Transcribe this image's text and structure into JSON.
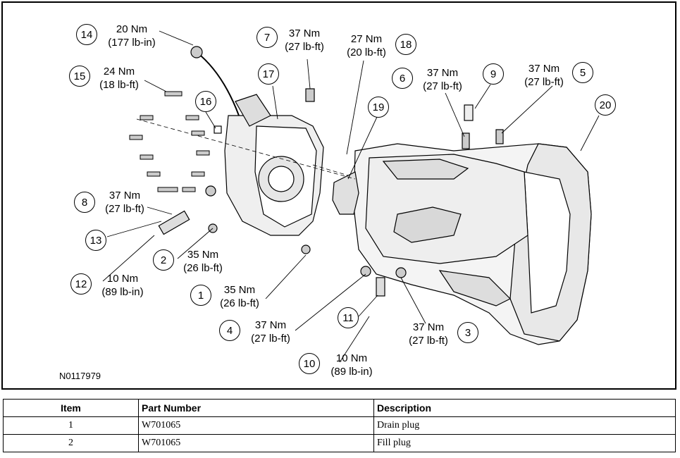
{
  "figure": {
    "id": "N0117979",
    "callouts": [
      {
        "num": "1",
        "torque_nm": "35 Nm",
        "torque_imperial": "(26 lb-ft)"
      },
      {
        "num": "2",
        "torque_nm": "35 Nm",
        "torque_imperial": "(26 lb-ft)"
      },
      {
        "num": "3",
        "torque_nm": "37 Nm",
        "torque_imperial": "(27 lb-ft)"
      },
      {
        "num": "4",
        "torque_nm": "37 Nm",
        "torque_imperial": "(27 lb-ft)"
      },
      {
        "num": "5",
        "torque_nm": "37 Nm",
        "torque_imperial": "(27 lb-ft)"
      },
      {
        "num": "6",
        "torque_nm": "37 Nm",
        "torque_imperial": "(27 lb-ft)"
      },
      {
        "num": "7",
        "torque_nm": "37 Nm",
        "torque_imperial": "(27 lb-ft)"
      },
      {
        "num": "8",
        "torque_nm": "37 Nm",
        "torque_imperial": "(27 lb-ft)"
      },
      {
        "num": "9"
      },
      {
        "num": "10",
        "torque_nm": "10 Nm",
        "torque_imperial": "(89 lb-in)"
      },
      {
        "num": "11"
      },
      {
        "num": "12",
        "torque_nm": "10 Nm",
        "torque_imperial": "(89 lb-in)"
      },
      {
        "num": "13"
      },
      {
        "num": "14",
        "torque_nm": "20 Nm",
        "torque_imperial": "(177 lb-in)"
      },
      {
        "num": "15",
        "torque_nm": "24 Nm",
        "torque_imperial": "(18 lb-ft)"
      },
      {
        "num": "16"
      },
      {
        "num": "17"
      },
      {
        "num": "18",
        "torque_nm": "27 Nm",
        "torque_imperial": "(20 lb-ft)"
      },
      {
        "num": "19"
      },
      {
        "num": "20"
      }
    ]
  },
  "table": {
    "headers": [
      "Item",
      "Part Number",
      "Description"
    ],
    "rows": [
      {
        "item": "1",
        "part_number": "W701065",
        "description": "Drain plug"
      },
      {
        "item": "2",
        "part_number": "W701065",
        "description": "Fill plug"
      }
    ]
  }
}
